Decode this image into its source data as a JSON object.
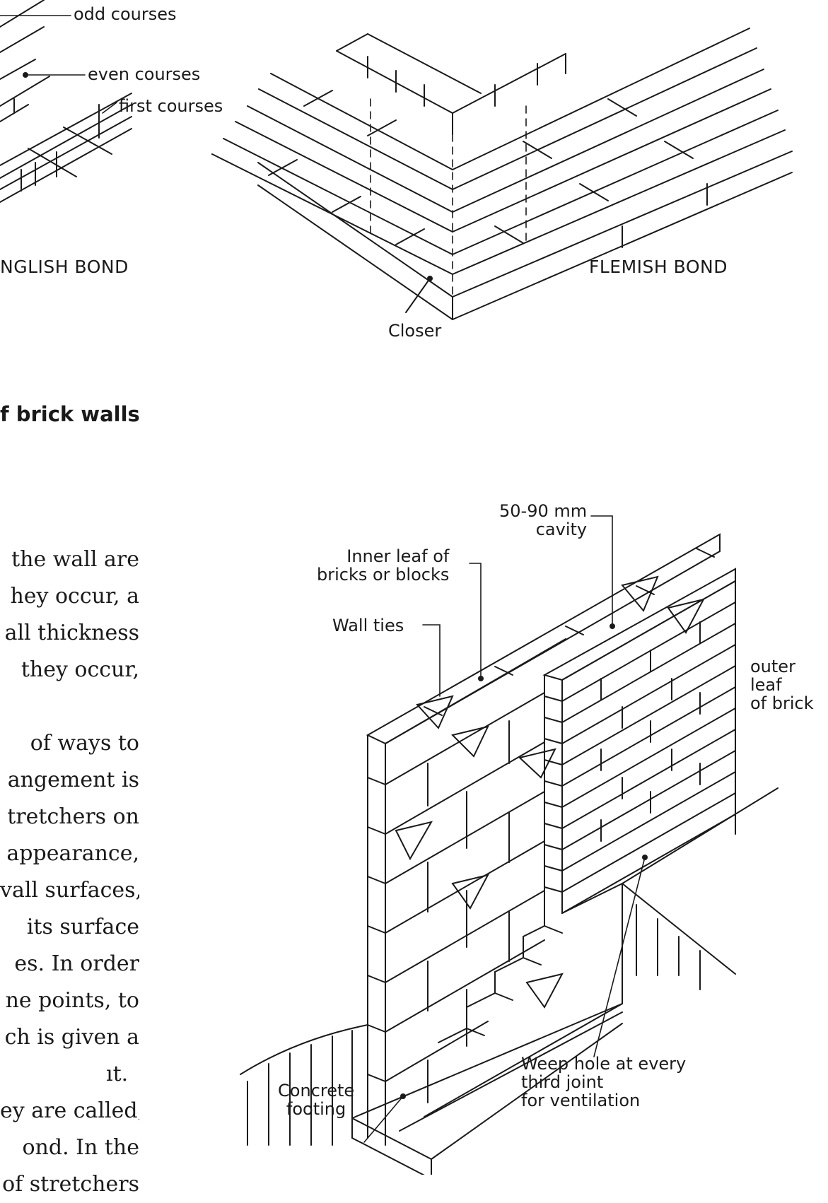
{
  "top_figure": {
    "english_bond": {
      "caption": "NGLISH BOND",
      "labels": {
        "odd": "odd courses",
        "even": "even courses",
        "first": "first courses"
      }
    },
    "flemish_bond": {
      "caption": "FLEMISH BOND",
      "closer_label": "Closer"
    }
  },
  "section_heading": "f brick walls",
  "body_lines": [
    "the wall are",
    "hey occur, a",
    "all thickness",
    "they occur,",
    "",
    "of ways to",
    "angement is",
    "tretchers on",
    "appearance,",
    "vall surfaces,",
    "its surface",
    "es. In order",
    "ne points, to",
    "ch is given a",
    "ıt.",
    "ey are called,",
    "ond. In the",
    "of stretchers"
  ],
  "cavity_figure": {
    "cavity_label": "50-90 mm\ncavity",
    "inner_leaf_label": "Inner leaf of\nbricks or blocks",
    "wall_ties_label": "Wall ties",
    "outer_leaf_label": "outer\nleaf\nof brick",
    "footing_label": "Concrete\nfooting",
    "weep_label": "Weep hole at every\nthird joint\nfor ventilation"
  }
}
